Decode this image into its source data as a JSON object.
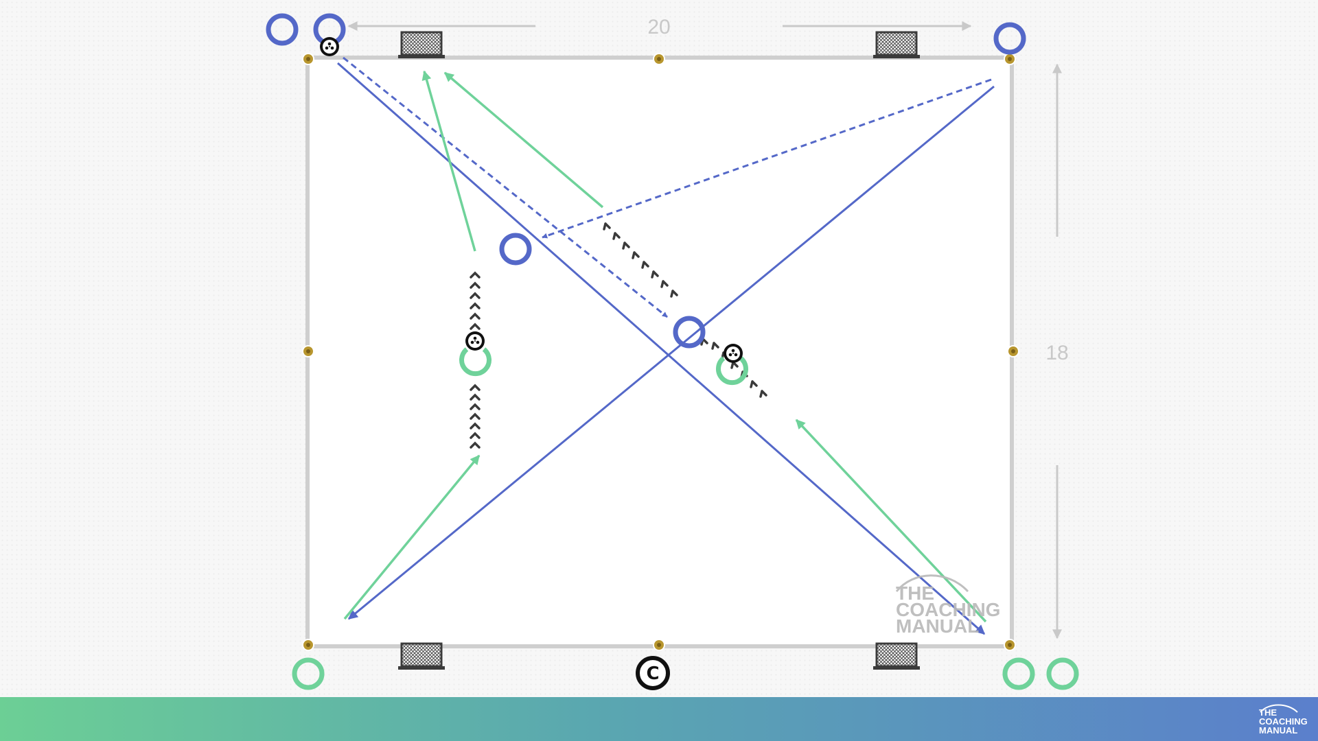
{
  "pitch": {
    "width_label": "20",
    "length_label": "18"
  },
  "coach_marker": {
    "label": "C"
  },
  "watermark": {
    "lines": [
      "THE",
      "COACHING",
      "MANUAL"
    ]
  },
  "footer_logo": {
    "lines": [
      "THE",
      "COACHING",
      "MANUAL"
    ]
  },
  "colors": {
    "blue_team": "#5468c8",
    "green_team": "#6fd29a",
    "boundary": "#cfcfcf",
    "cone": "#b8962e",
    "dribble_marks": "#3a3a3a"
  },
  "icons": [
    "player-ring",
    "ball-icon",
    "goal-net-icon",
    "cone-marker",
    "coach-icon"
  ]
}
